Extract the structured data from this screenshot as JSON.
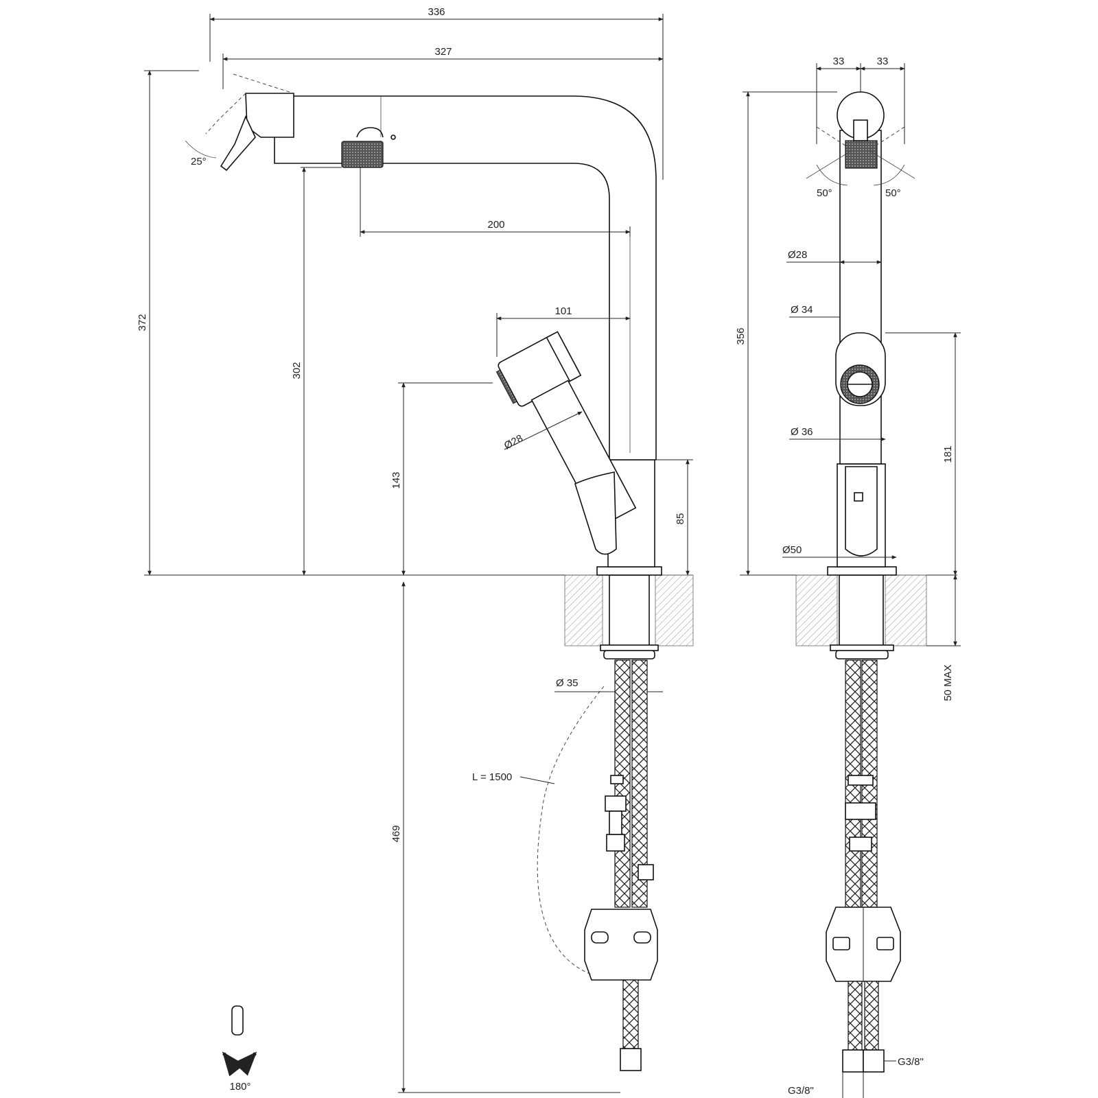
{
  "side_view": {
    "dims": {
      "overall_reach": "336",
      "spout_reach": "327",
      "aerator_offset": "200",
      "shower_offset": "101",
      "total_height": "372",
      "spout_height": "302",
      "shower_height": "143",
      "body_height": "85",
      "hose_depth": "469",
      "lever_angle": "25°",
      "shower_diameter": "Ø28",
      "shank_diameter": "Ø 35",
      "hose_length": "L = 1500"
    },
    "rotation": "180°"
  },
  "front_view": {
    "dims": {
      "half_width_left": "33",
      "half_width_right": "33",
      "angle_left": "50°",
      "angle_right": "50°",
      "tube_diameter": "Ø28",
      "spout_diameter": "Ø 34",
      "body_diameter": "Ø 36",
      "base_diameter": "Ø50",
      "total_height": "356",
      "body_height": "181",
      "max_deck": "50 MAX",
      "thread_left": "G3/8\"",
      "thread_right": "G3/8\""
    }
  }
}
